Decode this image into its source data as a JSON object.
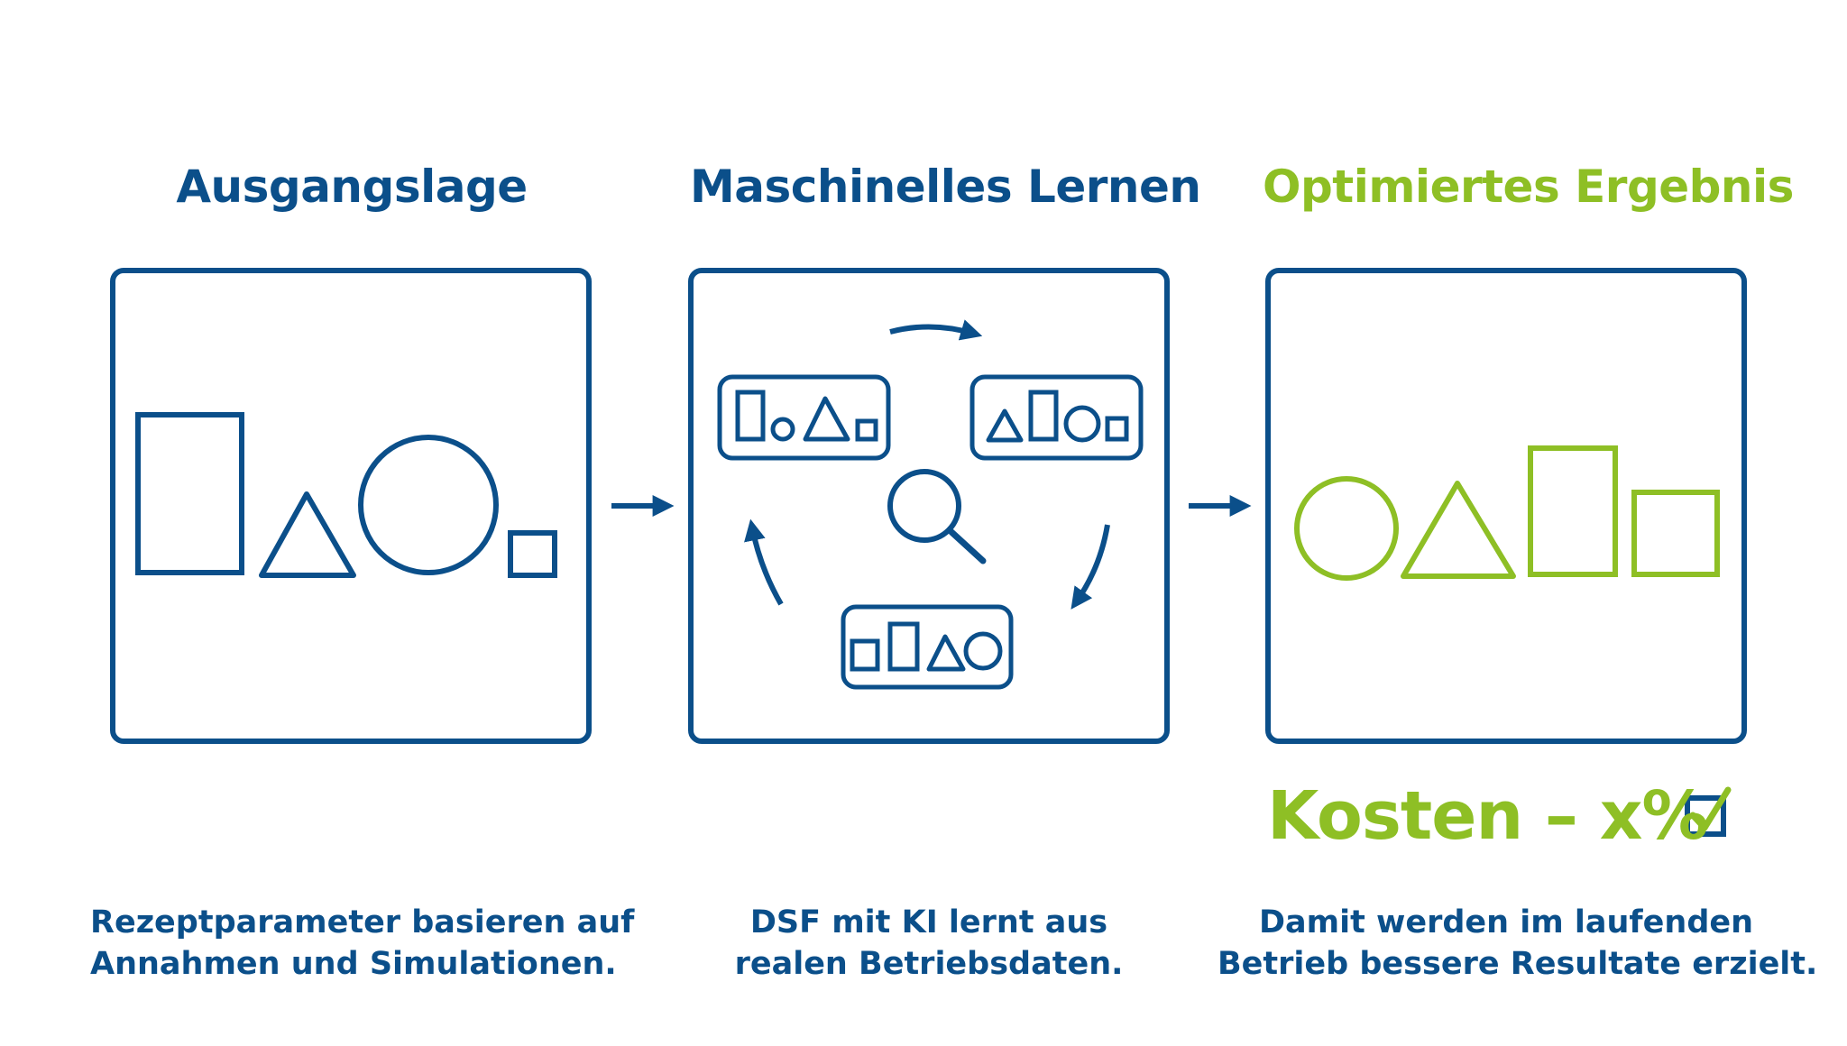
{
  "colors": {
    "blue": "#0b4f8a",
    "green": "#8ebf25",
    "background": "#ffffff"
  },
  "columns": [
    {
      "title": "Ausgangslage",
      "title_color": "blue",
      "description": [
        "Rezeptparameter basieren auf",
        "Annahmen und Simulationen."
      ]
    },
    {
      "title": "Maschinelles Lernen",
      "title_color": "blue",
      "description": [
        "DSF mit KI lernt aus",
        "realen Betriebsdaten."
      ]
    },
    {
      "title": "Optimiertes Ergebnis",
      "title_color": "green",
      "description": [
        "Damit werden im laufenden",
        "Betrieb bessere Resultate erzielt."
      ]
    }
  ],
  "result": {
    "label": "Kosten – x%",
    "checkbox_checked": true
  },
  "icons": {
    "panel1": [
      "rectangle-icon",
      "triangle-icon",
      "circle-icon",
      "square-icon"
    ],
    "panel2": [
      "cycle-arrow-icon",
      "shape-card-icon",
      "magnifier-icon"
    ],
    "panel3": [
      "circle-icon",
      "triangle-icon",
      "rectangle-icon",
      "square-icon"
    ],
    "connectors": [
      "arrow-right-icon",
      "arrow-right-icon"
    ],
    "result": "checkbox-check-icon"
  }
}
